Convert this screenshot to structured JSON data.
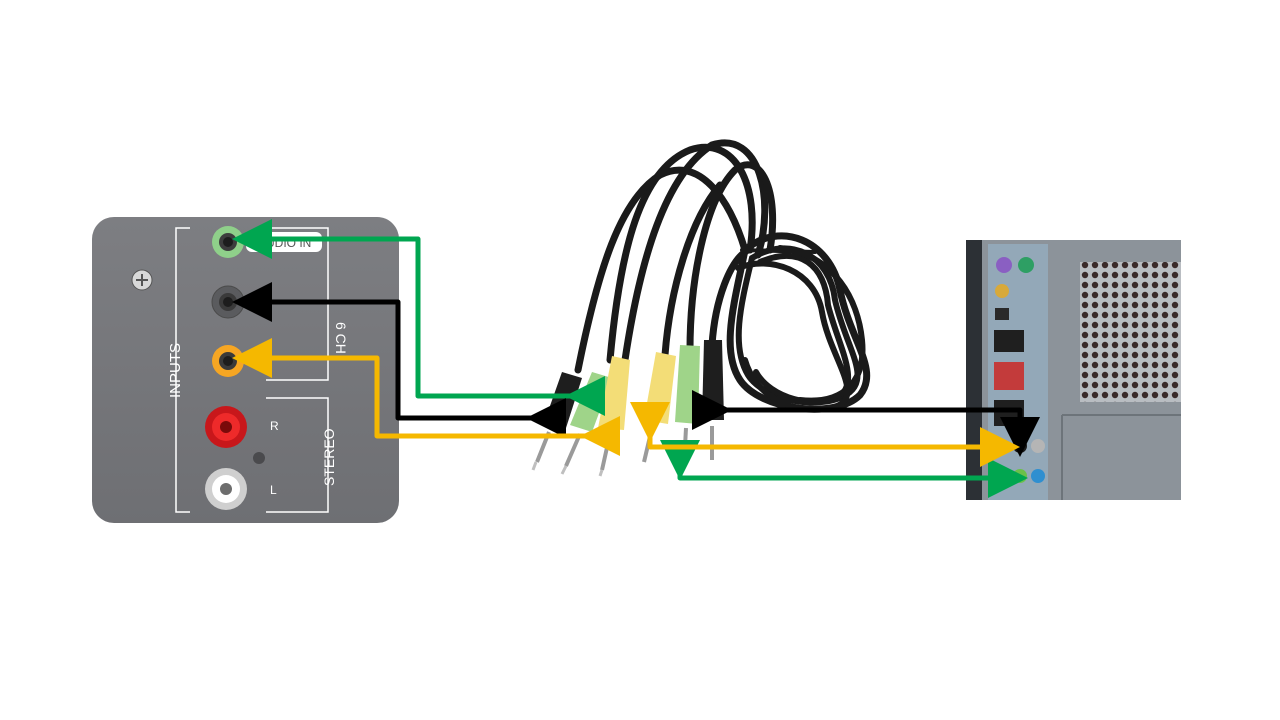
{
  "speaker_panel": {
    "inputs_label": "INPUTS",
    "audio_in_label": "AUDIO IN",
    "six_ch_label": "6 CH",
    "stereo_label": "STEREO",
    "right_label": "R",
    "left_label": "L"
  },
  "colors": {
    "green_line": "#00a650",
    "black_line": "#000000",
    "yellow_line": "#f5b800",
    "panel_bg": "#77787c",
    "jack_green": "#8fd08a",
    "jack_orange": "#f6a623",
    "jack_red": "#e02020",
    "jack_white": "#f2f2f2",
    "plug_green": "#9fd489",
    "plug_yellow": "#f3dd77",
    "plug_black": "#1e1e1e",
    "pc_back": "#8c939a",
    "io_shield": "#93a8b8"
  },
  "connections": [
    {
      "name": "green-connection",
      "color_key": "green_line"
    },
    {
      "name": "black-connection",
      "color_key": "black_line"
    },
    {
      "name": "yellow-connection",
      "color_key": "yellow_line"
    }
  ]
}
